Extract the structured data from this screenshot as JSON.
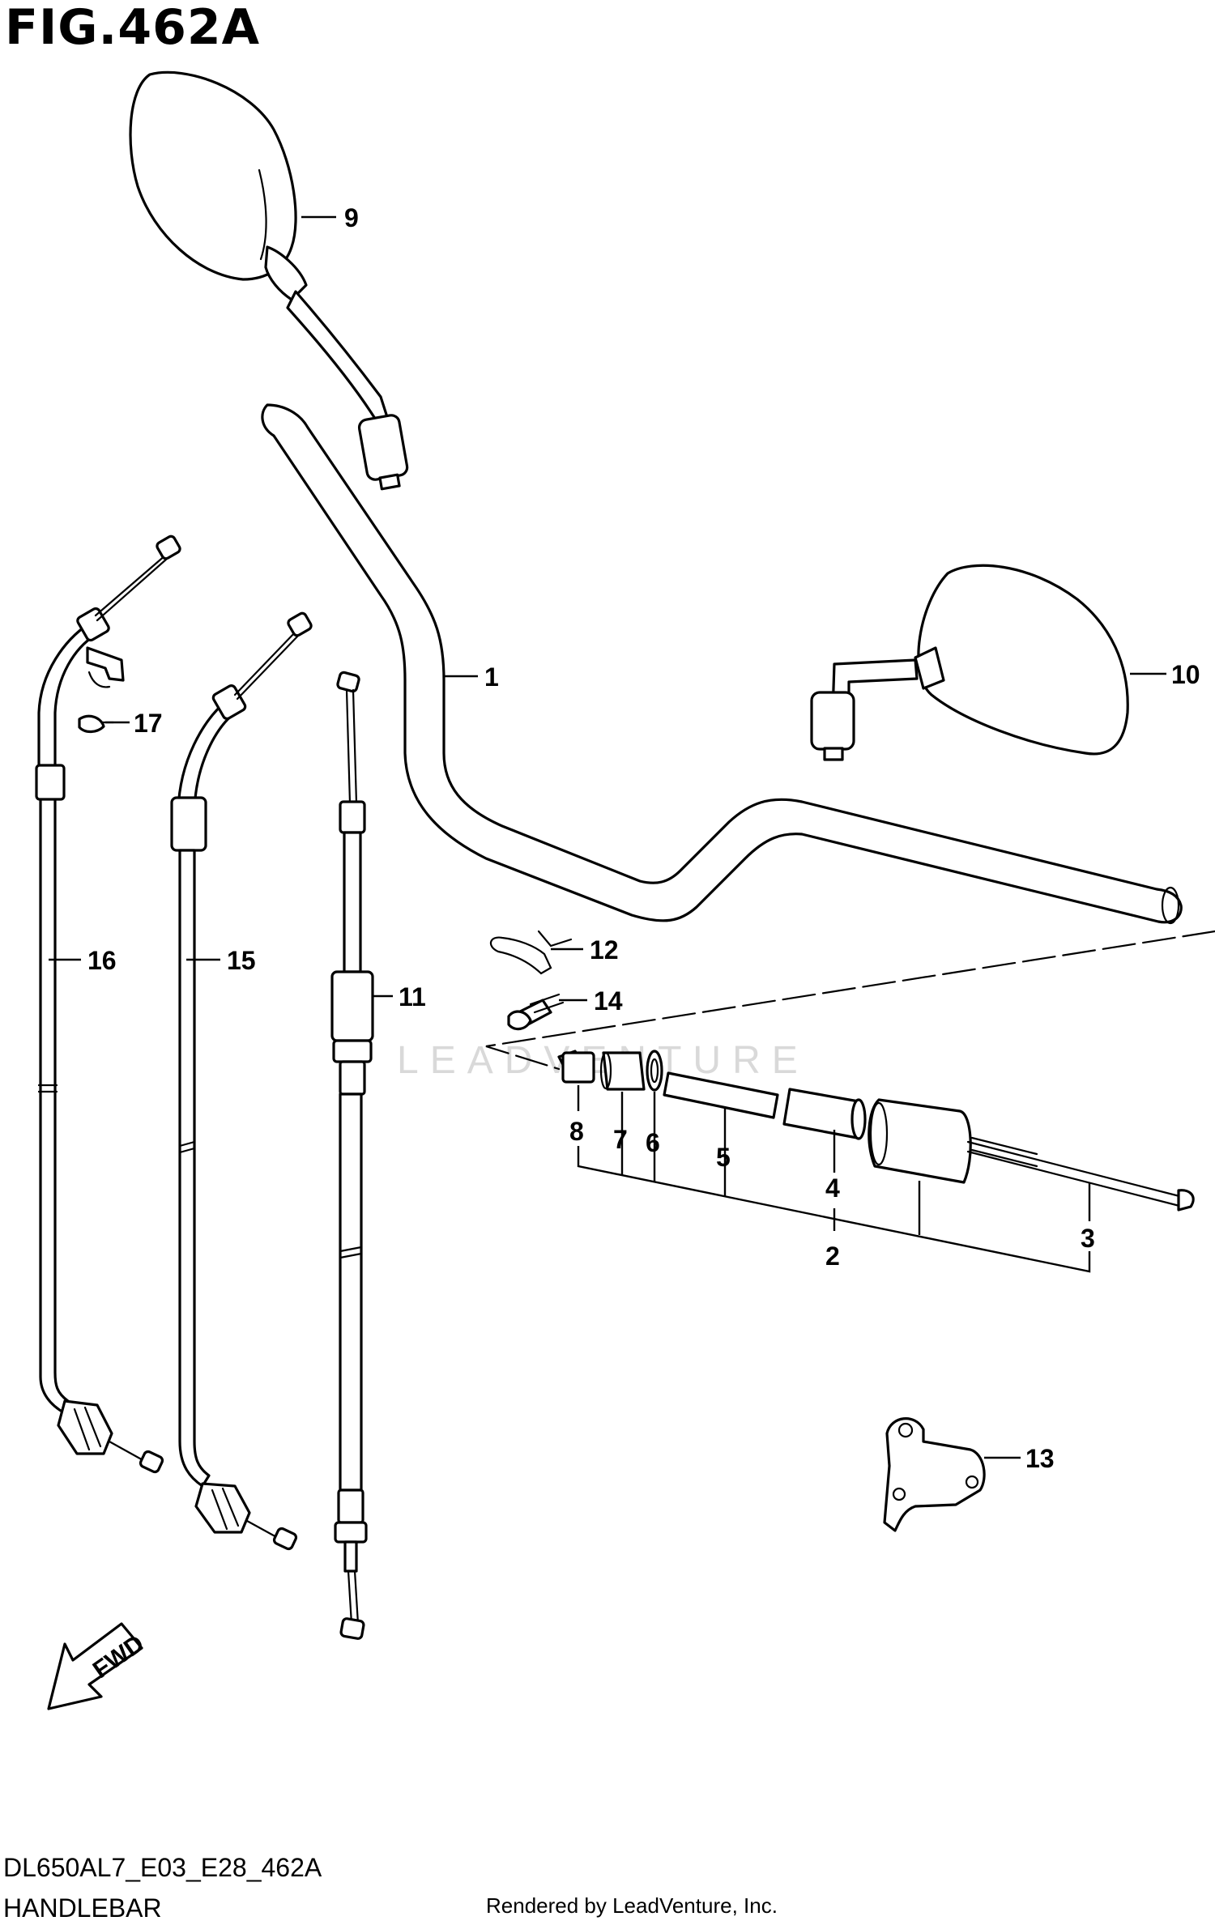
{
  "figure": {
    "title": "FIG.462A",
    "code": "DL650AL7_E03_E28_462A",
    "name": "HANDLEBAR",
    "credit": "Rendered by LeadVenture, Inc.",
    "watermark": "LEADVENTURE",
    "fwd_label": "FWD"
  },
  "callouts": [
    {
      "id": "p1",
      "label": "1"
    },
    {
      "id": "p2",
      "label": "2"
    },
    {
      "id": "p3",
      "label": "3"
    },
    {
      "id": "p4",
      "label": "4"
    },
    {
      "id": "p5",
      "label": "5"
    },
    {
      "id": "p6",
      "label": "6"
    },
    {
      "id": "p7",
      "label": "7"
    },
    {
      "id": "p8",
      "label": "8"
    },
    {
      "id": "p9",
      "label": "9"
    },
    {
      "id": "p10",
      "label": "10"
    },
    {
      "id": "p11",
      "label": "11"
    },
    {
      "id": "p12",
      "label": "12"
    },
    {
      "id": "p13",
      "label": "13"
    },
    {
      "id": "p14",
      "label": "14"
    },
    {
      "id": "p15",
      "label": "15"
    },
    {
      "id": "p16",
      "label": "16"
    },
    {
      "id": "p17",
      "label": "17"
    }
  ]
}
